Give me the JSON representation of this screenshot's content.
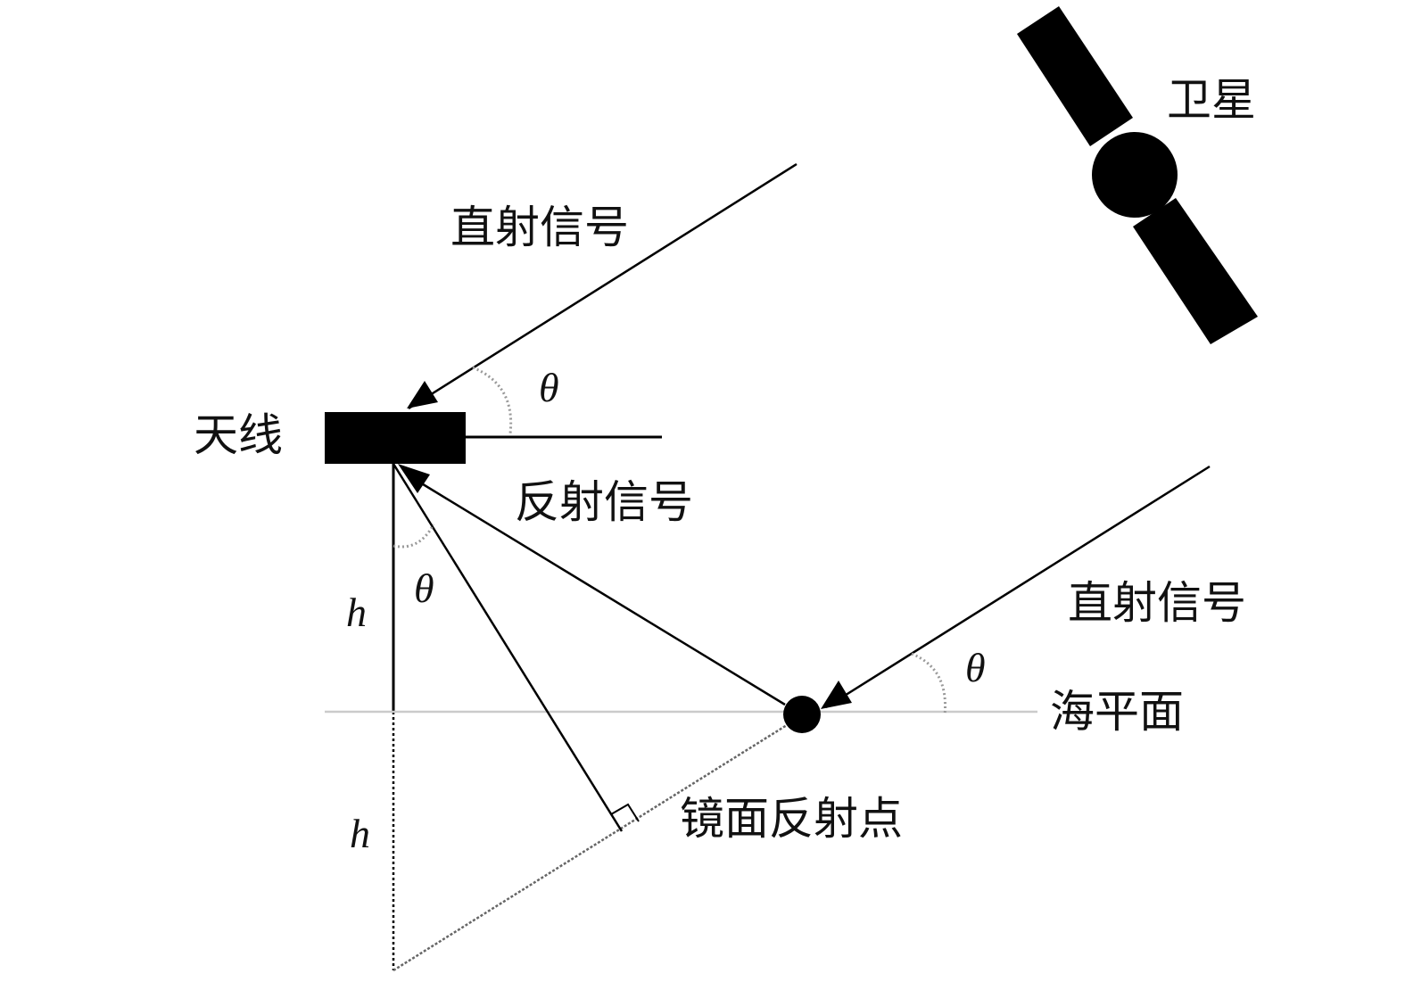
{
  "labels": {
    "satellite": "卫星",
    "direct_signal_top": "直射信号",
    "direct_signal_bottom": "直射信号",
    "antenna": "天线",
    "reflected_signal": "反射信号",
    "sea_level": "海平面",
    "specular_point": "镜面反射点"
  },
  "symbols": {
    "theta_top": "θ",
    "theta_mid": "θ",
    "theta_bottom": "θ",
    "h_upper": "h",
    "h_lower": "h"
  },
  "colors": {
    "ink": "#000000",
    "sea_line": "#c8c8c8",
    "arc": "#9a9a9a"
  }
}
